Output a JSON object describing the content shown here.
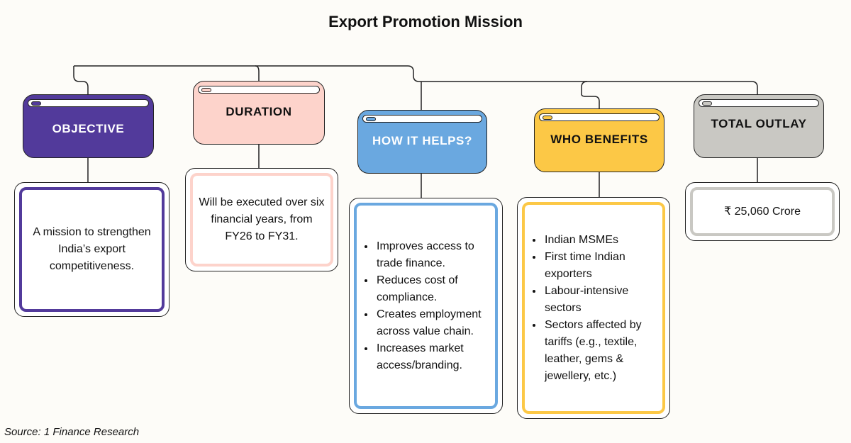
{
  "title": "Export Promotion Mission",
  "colors": {
    "objective": "#523a9b",
    "duration": "#fdd3cb",
    "how_it_helps": "#6aa8e0",
    "who_benefits": "#fcc846",
    "total_outlay": "#c9c8c3",
    "background": "#fdfcf8"
  },
  "sections": {
    "objective": {
      "label": "OBJECTIVE",
      "text": "A mission to strengthen India’s export competitiveness."
    },
    "duration": {
      "label": "DURATION",
      "text": "Will be executed over six financial years, from FY26 to FY31."
    },
    "how_it_helps": {
      "label": "HOW IT HELPS?",
      "items": [
        "Improves access to trade finance.",
        "Reduces cost of compliance.",
        "Creates employment across value chain.",
        "Increases market access/branding."
      ]
    },
    "who_benefits": {
      "label": "WHO BENEFITS",
      "items": [
        "Indian MSMEs",
        "First time Indian exporters",
        "Labour-intensive sectors",
        "Sectors affected by tariffs (e.g., textile, leather, gems & jewellery, etc.)"
      ]
    },
    "total_outlay": {
      "label": "TOTAL OUTLAY",
      "text": "₹ 25,060 Crore"
    }
  },
  "source": "Source: 1 Finance Research"
}
